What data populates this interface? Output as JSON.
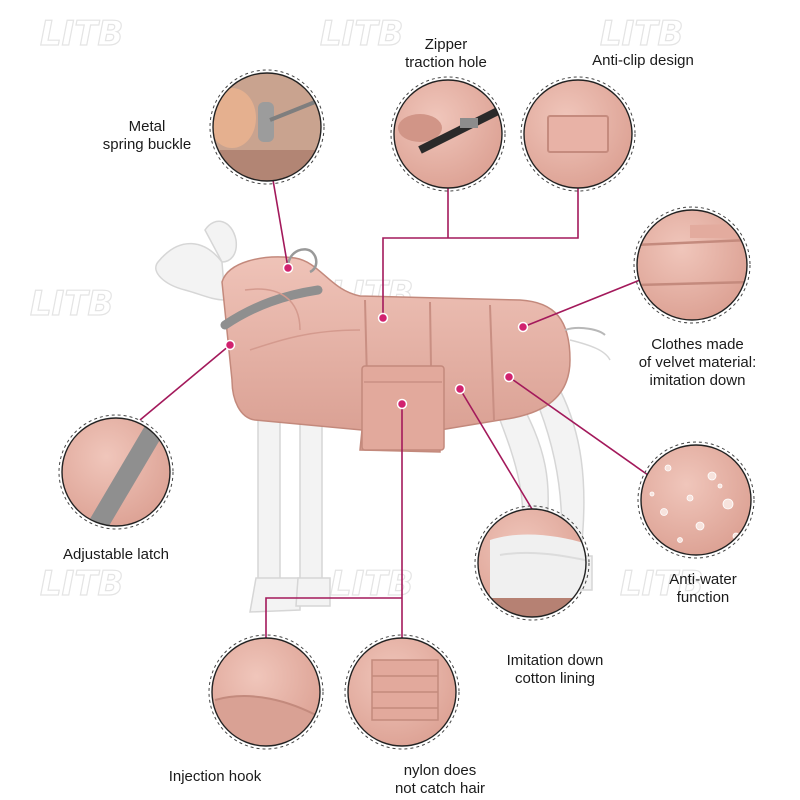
{
  "colors": {
    "accent_line": "#a3195b",
    "jacket_pink": "#e6b0a4",
    "jacket_shadow": "#c98f83",
    "reflective_strip": "#8f8f8f",
    "mannequin": "#f4f4f4"
  },
  "watermark": "LITB",
  "labels": {
    "spring_buckle": "Metal\nspring buckle",
    "zipper_hole": "Zipper\ntraction hole",
    "anti_clip": "Anti-clip design",
    "velvet": "Clothes made\nof velvet material:\nimitation down",
    "adjustable_latch": "Adjustable latch",
    "anti_water": "Anti-water\nfunction",
    "cotton_lining": "Imitation down\ncotton lining",
    "injection_hook": "Injection hook",
    "nylon": "nylon does\nnot catch hair"
  }
}
